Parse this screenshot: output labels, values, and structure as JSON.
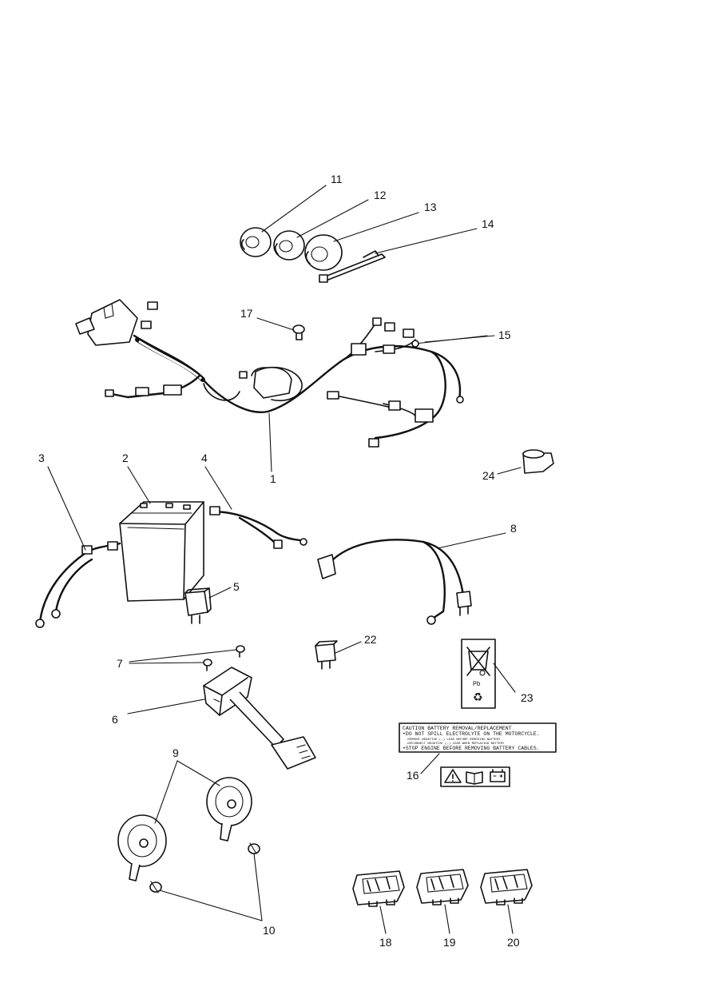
{
  "part_numbers": {
    "p1": "1",
    "p2": "2",
    "p3": "3",
    "p4": "4",
    "p5": "5",
    "p6": "6",
    "p7": "7",
    "p8": "8",
    "p9": "9",
    "p10": "10",
    "p11": "11",
    "p12": "12",
    "p13": "13",
    "p14": "14",
    "p15": "15",
    "p16": "16",
    "p17": "17",
    "p18": "18",
    "p19": "19",
    "p20": "20",
    "p22": "22",
    "p23": "23",
    "p24": "24"
  },
  "caution_label": {
    "line1": "CAUTION BATTERY REMOVAL/REPLACEMENT",
    "line2": "•DO NOT SPILL ELECTROLYTE ON THE MOTORCYCLE.",
    "line3": "•REMOVE NEGATIVE (-) LEAD BEFORE REMOVING BATTERY",
    "line4": "•RECONNECT NEGATIVE (-) LEAD WHEN REPLACING BATTERY",
    "line5": "•STOP ENGINE BEFORE REMOVING BATTERY CABLES."
  },
  "disposal_label": {
    "chemical": "Pb"
  },
  "icons": [
    "warning-triangle-icon",
    "manual-book-icon",
    "battery-icon",
    "recycle-icon",
    "crossed-bin-icon"
  ]
}
